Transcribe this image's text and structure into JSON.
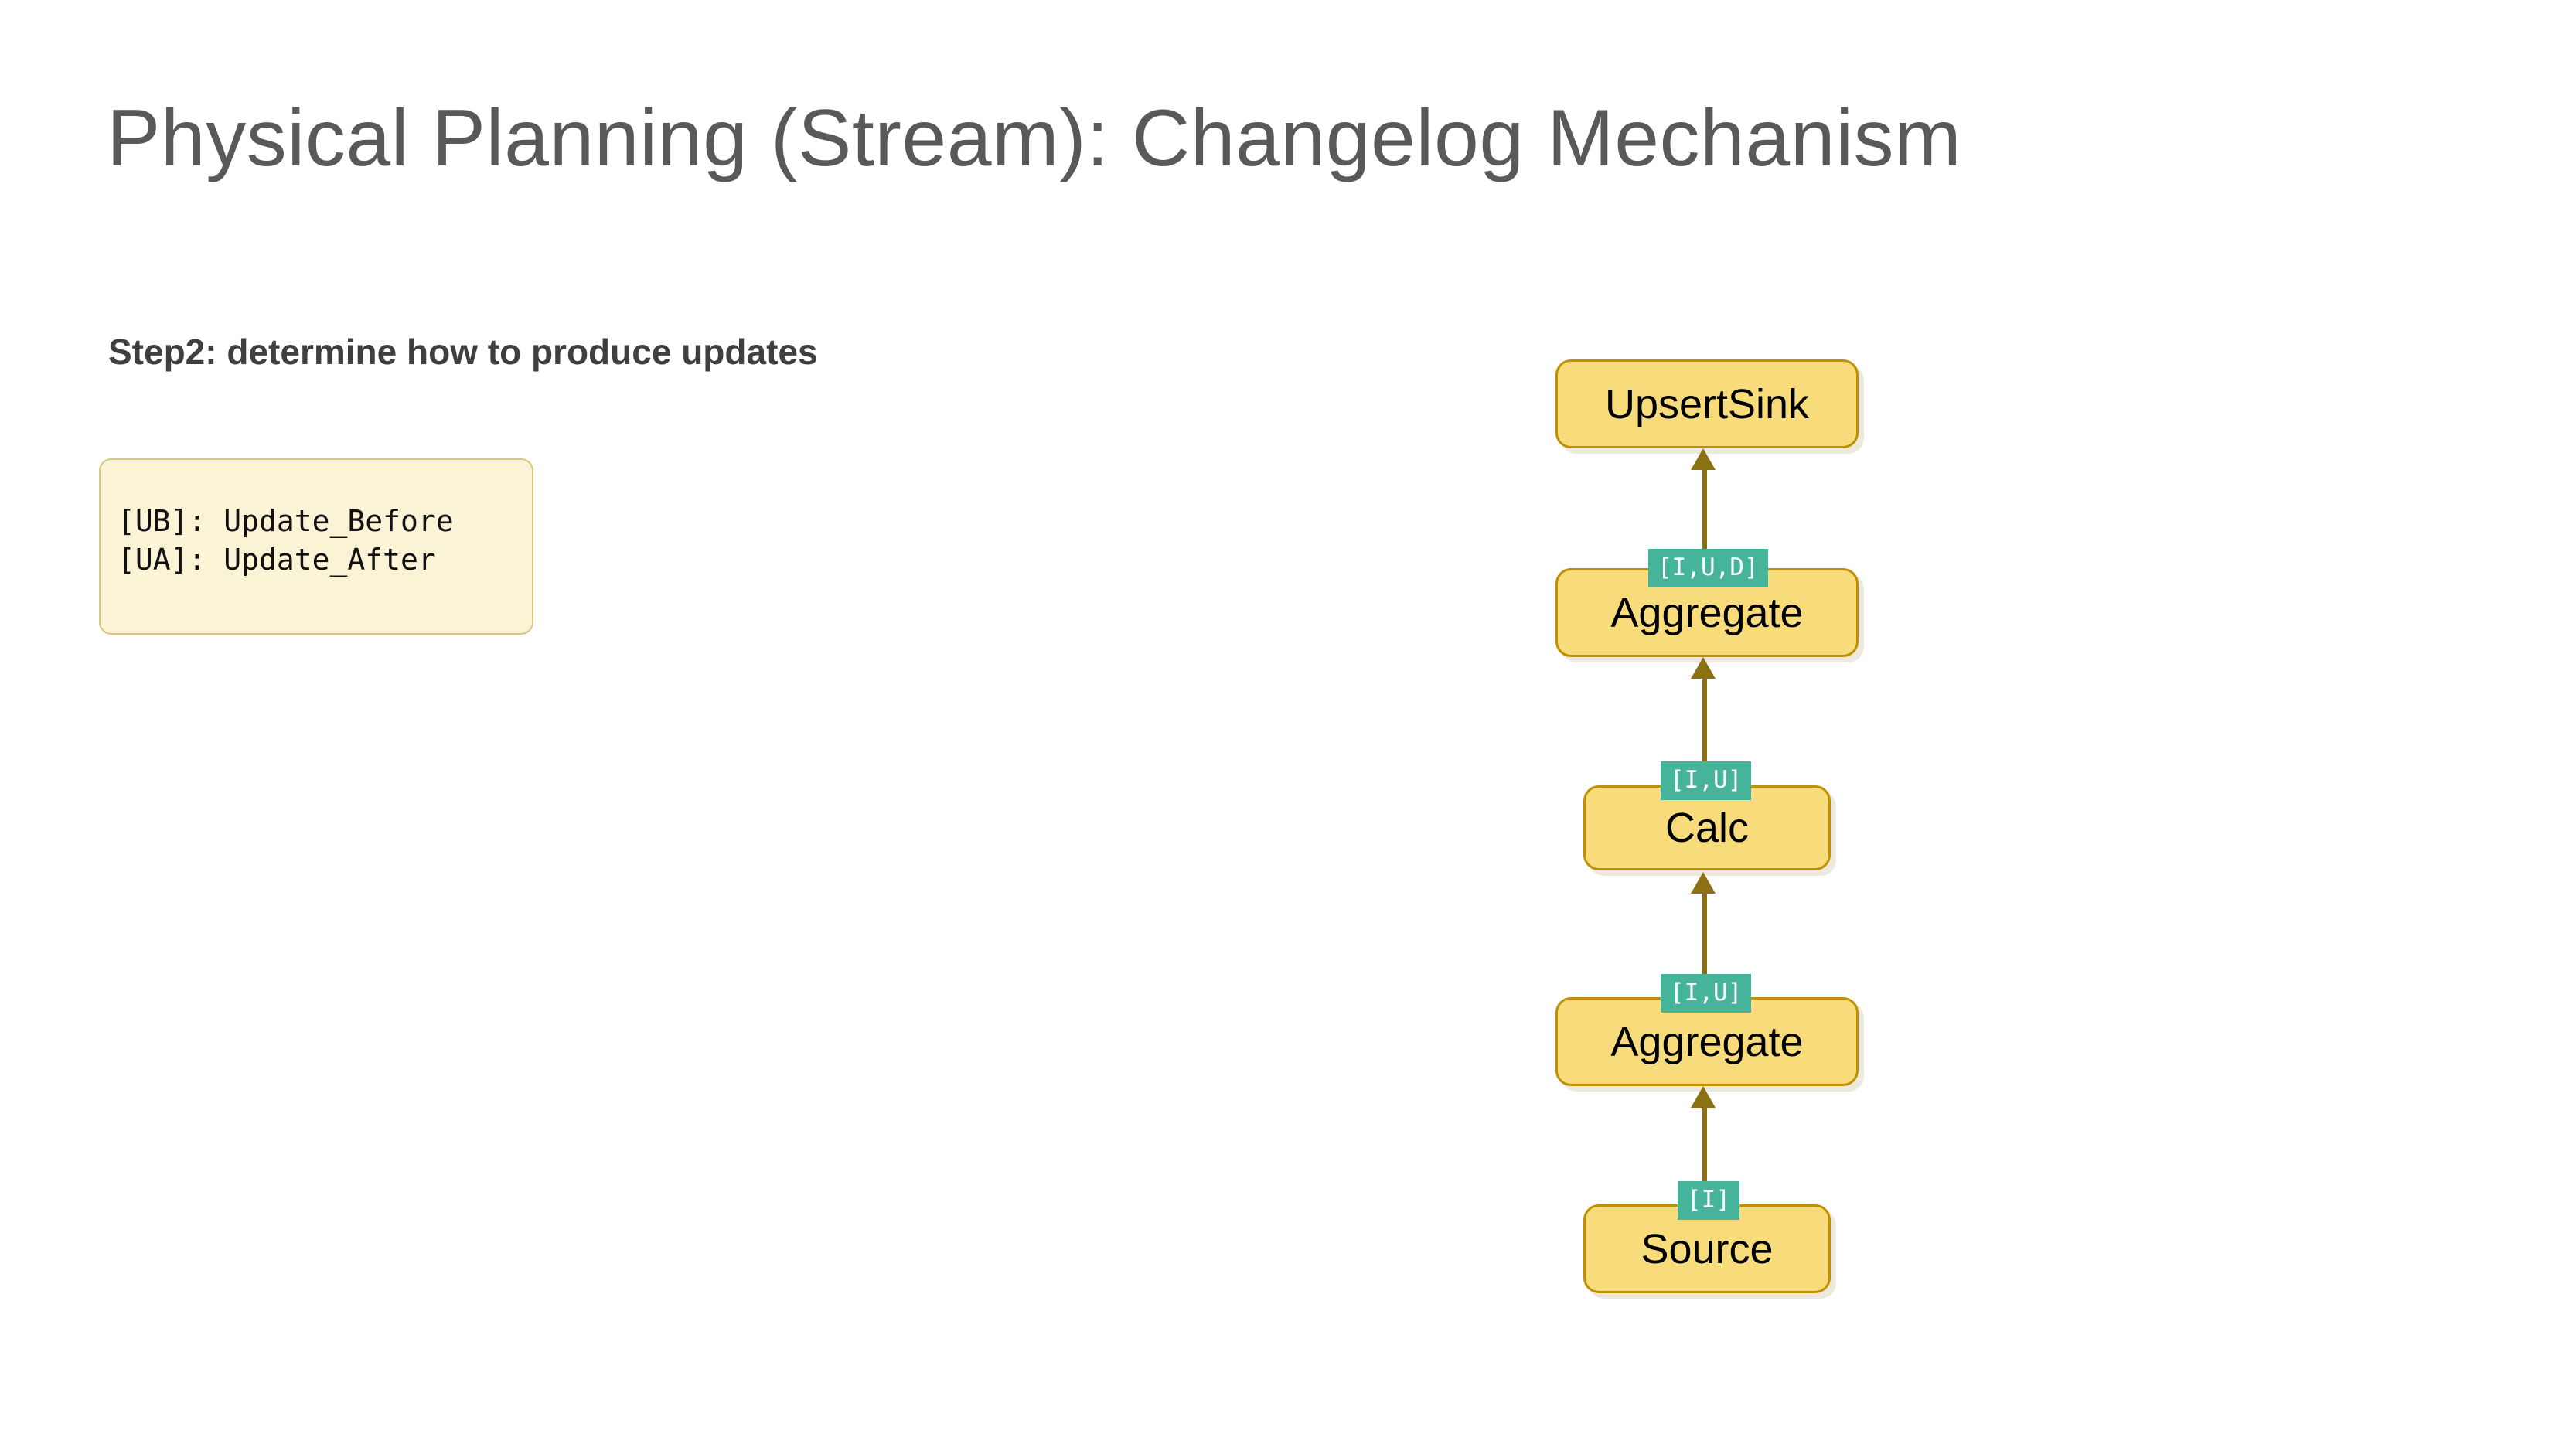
{
  "slide": {
    "title": "Physical Planning (Stream): Changelog Mechanism",
    "title_color": "#595959",
    "step_heading": "Step2: determine how to produce updates",
    "background": "#ffffff"
  },
  "legend": {
    "background": "#FBF3D5",
    "border_color": "#D9C77A",
    "lines": [
      "[UB]: Update_Before",
      "[UA]: Update_After"
    ]
  },
  "diagram": {
    "type": "flow-pipeline",
    "direction": "bottom-to-top",
    "node_fill": "#F8DC7B",
    "node_border": "#BF9000",
    "edge_color": "#8B7014",
    "tag_fill": "#45B49B",
    "tag_text_color": "#ffffff",
    "nodes": [
      {
        "id": "upsertsink",
        "label": "UpsertSink"
      },
      {
        "id": "aggregate-top",
        "label": "Aggregate"
      },
      {
        "id": "calc",
        "label": "Calc"
      },
      {
        "id": "aggregate-bottom",
        "label": "Aggregate"
      },
      {
        "id": "source",
        "label": "Source"
      }
    ],
    "edges": [
      {
        "from": "source",
        "to": "aggregate-bottom",
        "changelog": "[I]"
      },
      {
        "from": "aggregate-bottom",
        "to": "calc",
        "changelog": "[I,U]"
      },
      {
        "from": "calc",
        "to": "aggregate-top",
        "changelog": "[I,U]"
      },
      {
        "from": "aggregate-top",
        "to": "upsertsink",
        "changelog": "[I,U,D]"
      }
    ]
  }
}
